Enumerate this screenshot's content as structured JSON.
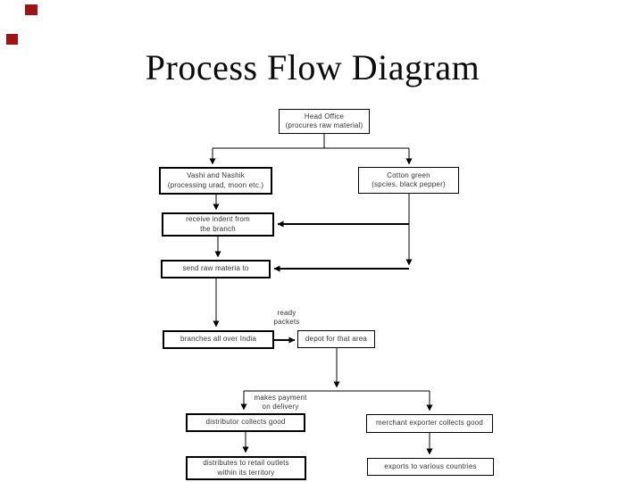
{
  "slide": {
    "title": "Process Flow Diagram"
  },
  "diagram": {
    "nodes": {
      "head_office": {
        "lines": [
          "Head Office",
          "(procures raw material)"
        ]
      },
      "vashi_nashik": {
        "lines": [
          "Vashi and Nashik",
          "(processing urad, moon etc.)"
        ]
      },
      "cotton_green": {
        "lines": [
          "Cotton green",
          "(spcies, black pepper)"
        ]
      },
      "receive_indent": {
        "lines": [
          "receive indent from",
          "the branch"
        ]
      },
      "send_raw_material": {
        "lines": [
          "send raw materia to"
        ]
      },
      "branches": {
        "lines": [
          "branches all over India"
        ]
      },
      "depot": {
        "lines": [
          "depot for that area"
        ]
      },
      "distributor": {
        "lines": [
          "distributor collects good"
        ]
      },
      "merchant_exporter": {
        "lines": [
          "merchant exporter collects good"
        ]
      },
      "retail_outlets": {
        "lines": [
          "distributes to retail outlets",
          "within its territory"
        ]
      },
      "exports": {
        "lines": [
          "exports to various countries"
        ]
      }
    },
    "edge_labels": {
      "ready_packets": {
        "lines": [
          "ready",
          "packets"
        ]
      },
      "makes_payment": {
        "lines": [
          "makes payment",
          "on delivery"
        ]
      }
    }
  },
  "decor": {
    "square_color": "#a11212",
    "line_color": "#000000",
    "background_color": "#ffffff"
  }
}
